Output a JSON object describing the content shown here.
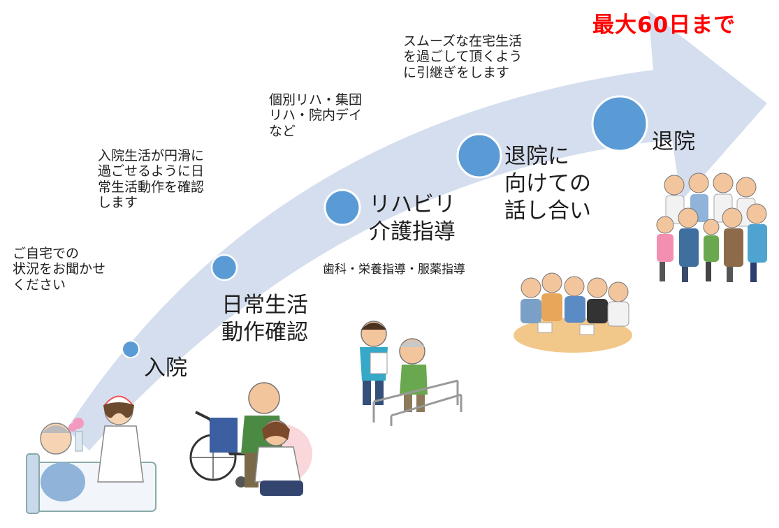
{
  "headline": "最大60日まで",
  "stages": [
    {
      "label": "入院",
      "note": "ご自宅での\n状況をお聞かせ\nください"
    },
    {
      "label": "日常生活\n動作確認",
      "note": "入院生活が円滑に\n過ごせるように日\n常生活動作を確認\nします"
    },
    {
      "label": "リハビリ\n介護指導",
      "note": "個別リハ・集団\nリハ・院内デイ\nなど",
      "subnote": "歯科・栄養指導・服薬指導"
    },
    {
      "label": "退院に\n向けての\n話し合い",
      "note": "スムーズな在宅生活\nを過ごして頂くよう\nに引継ぎをします"
    },
    {
      "label": "退院"
    }
  ],
  "colors": {
    "arrow": "#d5deee",
    "dot": "#5b9bd5",
    "dot_stroke": "#ffffff",
    "headline": "#ff0000"
  },
  "illustrations": [
    "patient-in-bed-with-nurse",
    "caregiver-wheelchair-assist",
    "rehab-parallel-bars",
    "family-meeting-table",
    "family-and-staff-group"
  ]
}
